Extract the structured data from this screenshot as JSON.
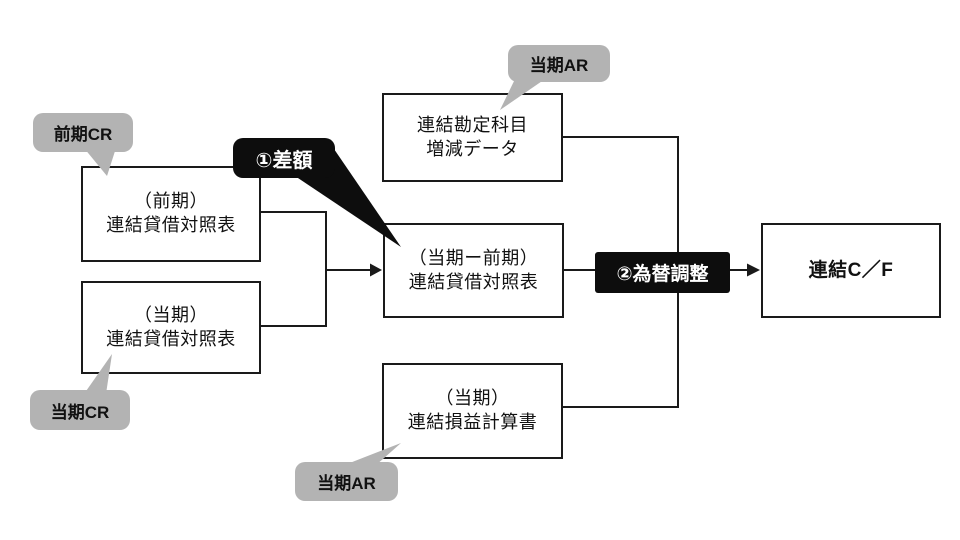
{
  "diagram": {
    "boxes": {
      "prior_bs": {
        "line1": "（前期）",
        "line2": "連結貸借対照表"
      },
      "current_bs": {
        "line1": "（当期）",
        "line2": "連結貸借対照表"
      },
      "account_change": {
        "line1": "連結勘定科目",
        "line2": "増減データ"
      },
      "diff_bs": {
        "line1": "（当期ー前期）",
        "line2": "連結貸借対照表"
      },
      "current_pl": {
        "line1": "（当期）",
        "line2": "連結損益計算書"
      },
      "consolidated_cf": {
        "label": "連結C／F"
      }
    },
    "callouts": {
      "prior_cr": "前期CR",
      "current_ar_top": "当期AR",
      "current_cr": "当期CR",
      "current_ar_bottom": "当期AR"
    },
    "steps": {
      "step1": "①差額",
      "step2": "②為替調整"
    },
    "colors": {
      "callout_gray": "#b3b3b3",
      "step_black": "#0d0d0d",
      "line": "#1a1a1a"
    }
  }
}
